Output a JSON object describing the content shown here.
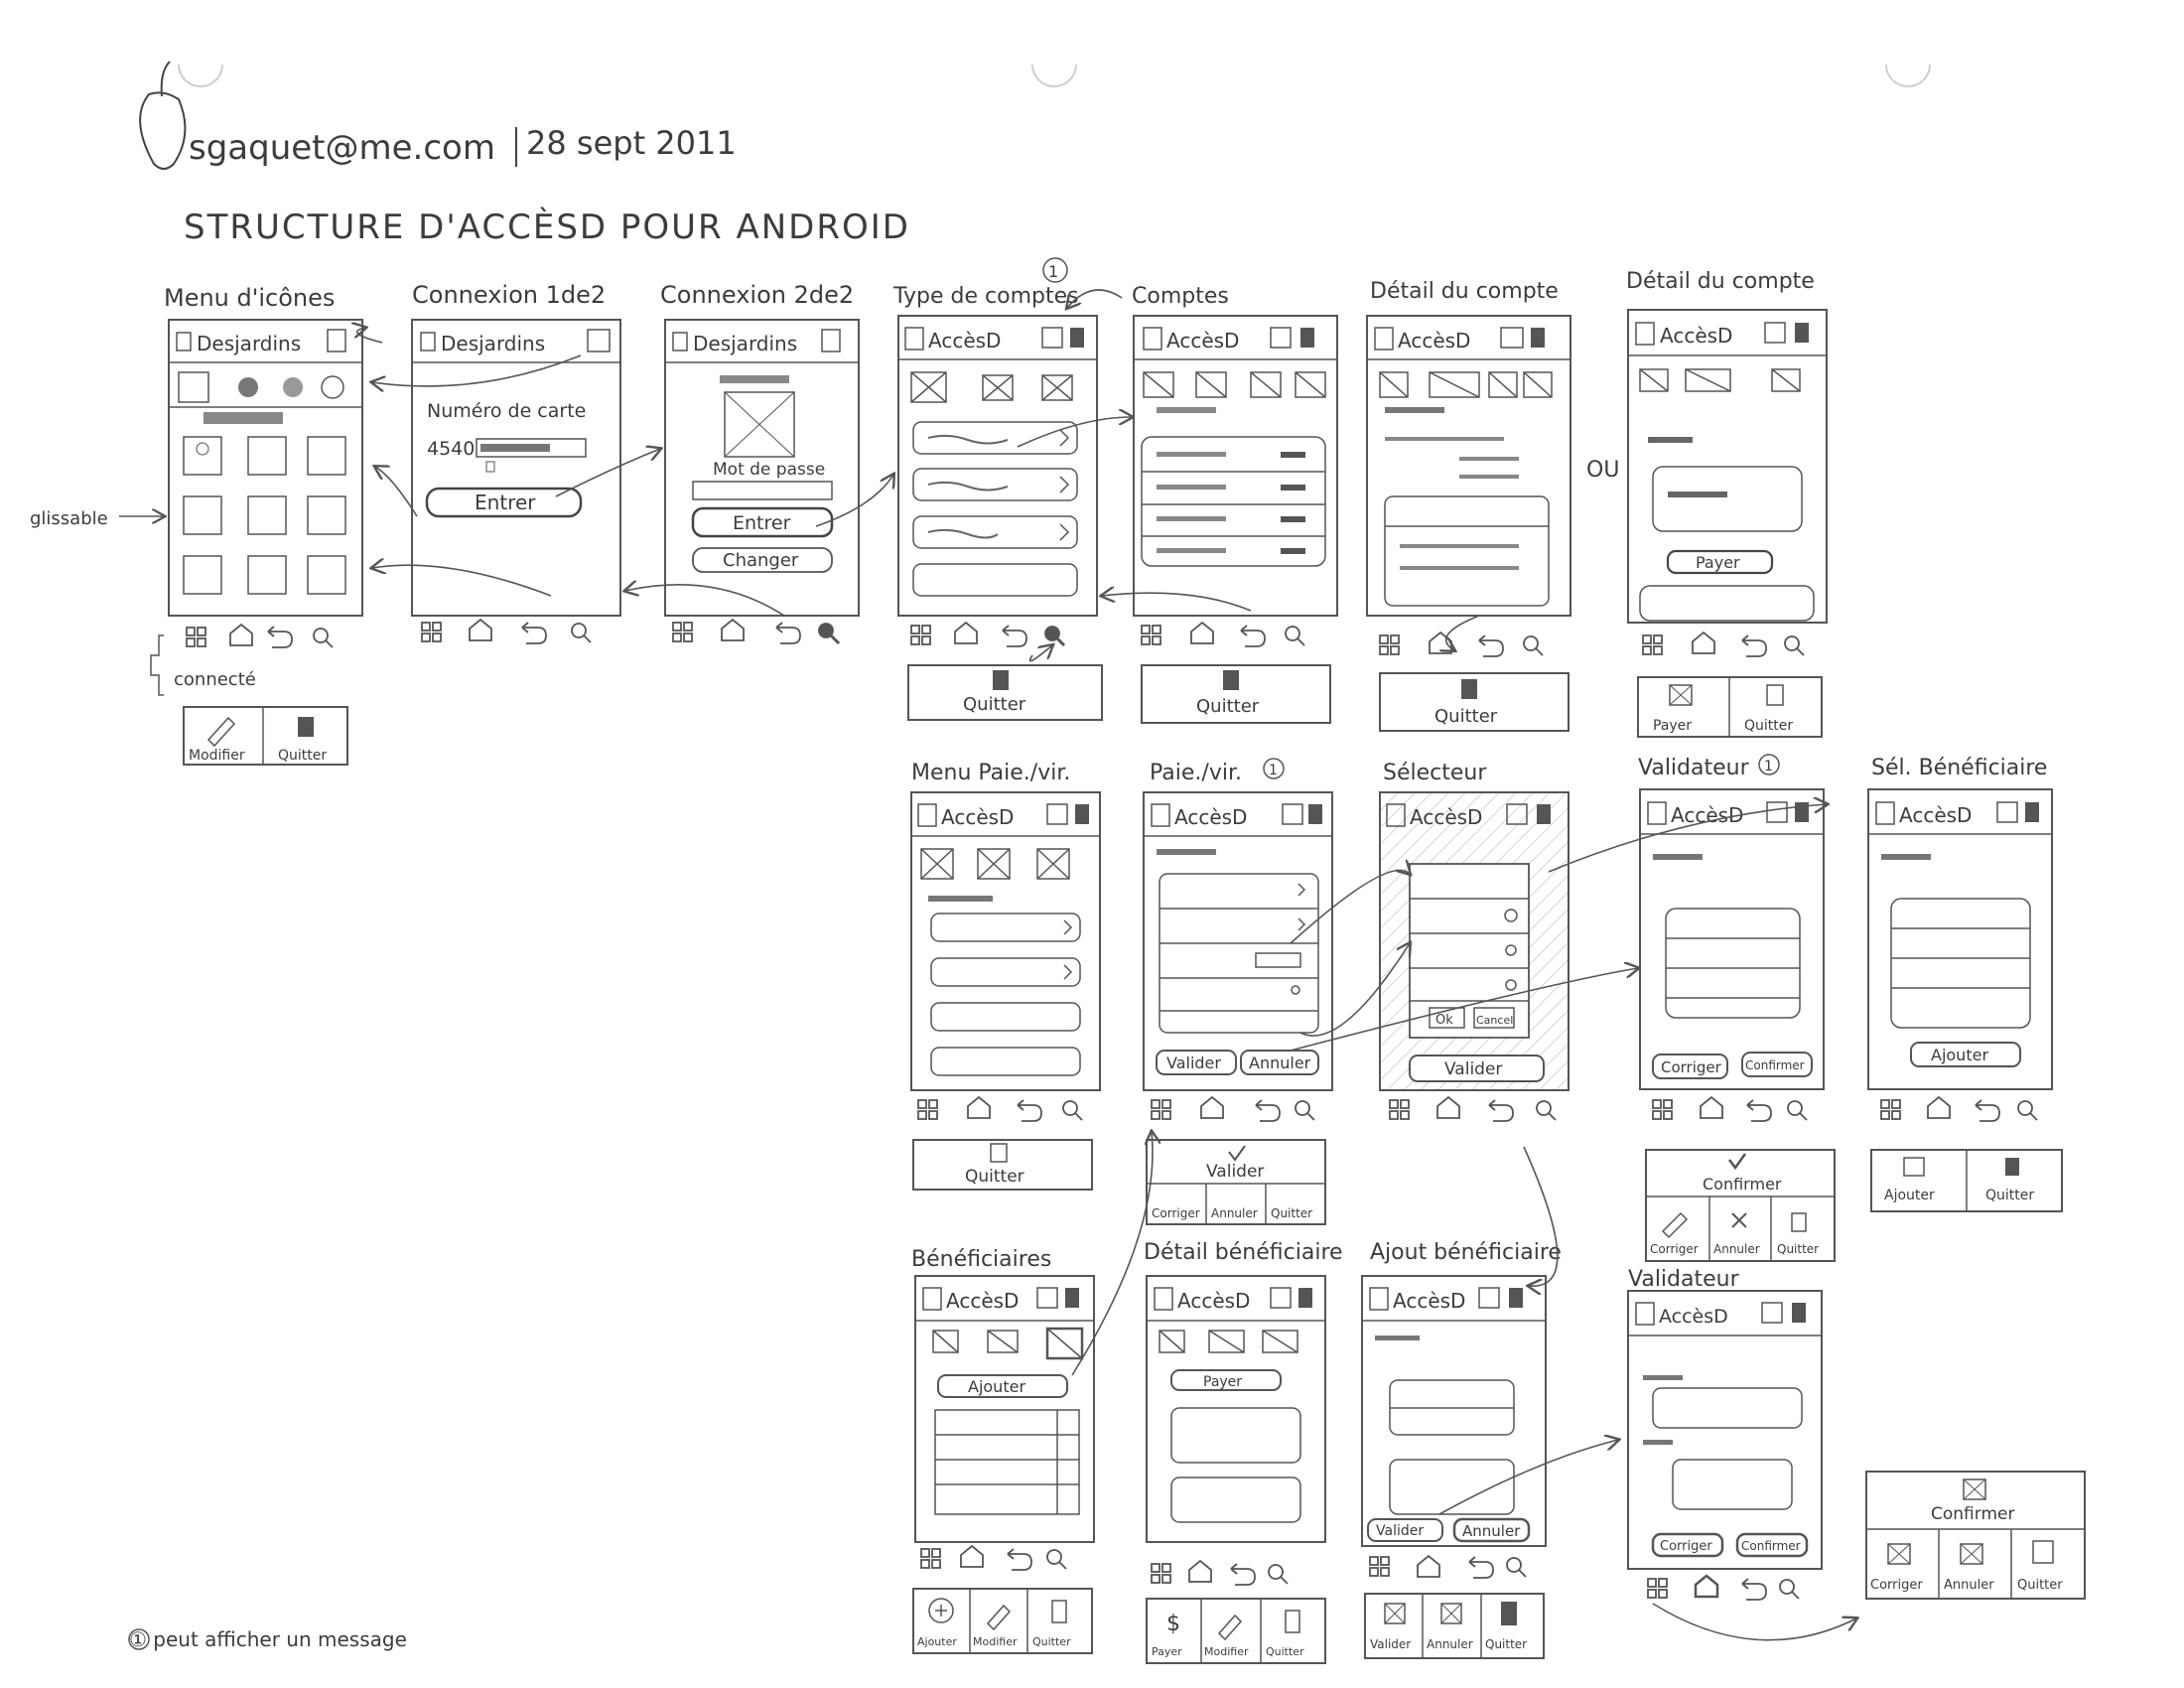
{
  "header": {
    "email": "sgaquet@me.com",
    "date": "28 sept 2011",
    "title": "STRUCTURE D'ACCÈSD POUR ANDROID"
  },
  "labels": {
    "glissable": "glissable",
    "connecte": "connecté",
    "ou": "OU"
  },
  "footnote": "① peut afficher un message",
  "nav": {
    "brand_desjardins": "Desjardins",
    "brand_accesd": "AccèsD"
  },
  "screens": [
    {
      "title": "Menu d'icônes",
      "brand": "Desjardins"
    },
    {
      "title": "Connexion 1de2",
      "brand": "Desjardins",
      "field_label": "Numéro de carte",
      "card_prefix": "4540",
      "button": "Entrer"
    },
    {
      "title": "Connexion 2de2",
      "brand": "Desjardins",
      "field_label": "Mot de passe",
      "button": "Entrer",
      "button2": "Changer"
    },
    {
      "title": "Type de comptes",
      "note": "①",
      "brand": "AccèsD"
    },
    {
      "title": "Comptes",
      "brand": "AccèsD"
    },
    {
      "title": "Détail du compte",
      "brand": "AccèsD"
    },
    {
      "title": "Détail du compte",
      "brand": "AccèsD",
      "button": "Payer"
    },
    {
      "title": "Menu Paie./vir.",
      "brand": "AccèsD"
    },
    {
      "title": "Paie./vir.",
      "note": "①",
      "brand": "AccèsD",
      "button": "Valider",
      "button2": "Annuler"
    },
    {
      "title": "Sélecteur",
      "brand": "AccèsD",
      "ok": "Ok",
      "cancel": "Cancel",
      "button": "Valider"
    },
    {
      "title": "Validateur",
      "note": "①",
      "brand": "AccèsD",
      "button": "Corriger",
      "button2": "Confirmer"
    },
    {
      "title": "Sél. Bénéficiaire",
      "brand": "AccèsD",
      "button": "Ajouter"
    },
    {
      "title": "Bénéficiaires",
      "brand": "AccèsD",
      "button": "Ajouter"
    },
    {
      "title": "Détail bénéficiaire",
      "brand": "AccèsD",
      "button": "Payer"
    },
    {
      "title": "Ajout bénéficiaire",
      "brand": "AccèsD",
      "button": "Valider",
      "button2": "Annuler"
    },
    {
      "title": "Validateur",
      "brand": "AccèsD",
      "button": "Corriger",
      "button2": "Confirmer"
    }
  ],
  "menus": {
    "modifier_quitter": [
      "Modifier",
      "Quitter"
    ],
    "quitter": "Quitter",
    "payer_quitter": [
      "Payer",
      "Quitter"
    ],
    "valider_menu": {
      "title": "Valider",
      "items": [
        "Corriger",
        "Annuler",
        "Quitter"
      ]
    },
    "confirmer_menu": {
      "title": "Confirmer",
      "items": [
        "Corriger",
        "Annuler",
        "Quitter"
      ]
    },
    "ajouter_quitter": [
      "Ajouter",
      "Quitter"
    ],
    "benef_menu": [
      "Ajouter",
      "Modifier",
      "Quitter"
    ],
    "detail_benef_menu": [
      "Payer",
      "Modifier",
      "Quitter"
    ],
    "ajout_menu": [
      "Valider",
      "Annuler",
      "Quitter"
    ],
    "confirmer_big": {
      "title": "Confirmer",
      "items": [
        "Corriger",
        "Annuler",
        "Quitter"
      ]
    }
  }
}
